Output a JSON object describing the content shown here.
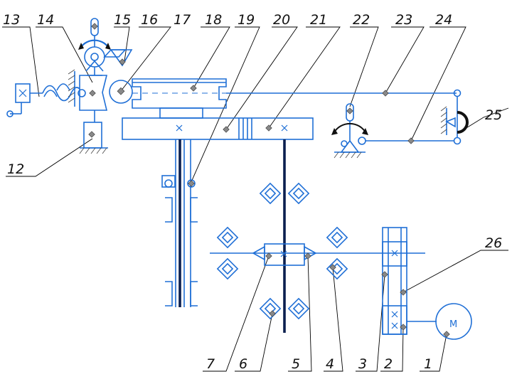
{
  "labels": {
    "l1": "1",
    "l2": "2",
    "l3": "3",
    "l4": "4",
    "l5": "5",
    "l6": "6",
    "l7": "7",
    "l12": "12",
    "l13": "13",
    "l14": "14",
    "l15": "15",
    "l16": "16",
    "l17": "17",
    "l18": "18",
    "l19": "19",
    "l20": "20",
    "l21": "21",
    "l22": "22",
    "l23": "23",
    "l24": "24",
    "l25": "25",
    "l26": "26"
  },
  "motor_symbol": "M",
  "colors": {
    "line": "#1f6fd6",
    "shaft": "#0b1f4f",
    "text": "#111111"
  }
}
